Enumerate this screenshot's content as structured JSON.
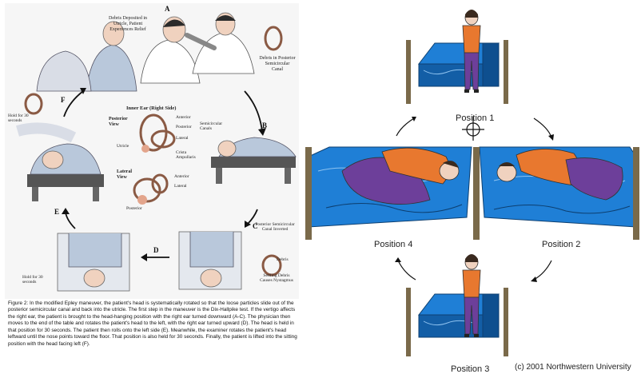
{
  "left_figure": {
    "step_labels": [
      "A",
      "B",
      "C",
      "D",
      "E",
      "F"
    ],
    "annotations": {
      "a_debris_deposited": "Debris Deposited in Utricle, Patient Experiences Relief",
      "a_debris_posterior": "Debris in Posterior Semicircular Canal",
      "inner_ear_title": "Inner Ear (Right Side)",
      "posterior_view": "Posterior View",
      "lateral_view": "Lateral View",
      "anterior": "Anterior",
      "posterior": "Posterior",
      "lateral": "Lateral",
      "semicircular_canals": "Semicircular Canals",
      "utricle": "Utricle",
      "crista_ampullaris": "Crista Ampullaris",
      "posterior_lower": "Posterior",
      "c_canal_inverted": "Posterior Semicircular Canal Inverted",
      "c_debris": "Debris",
      "c_settling": "Settling Debris Causes Nystagmus",
      "hold_30_f": "Hold for 30 seconds",
      "hold_30_d": "Hold for 30 seconds"
    },
    "caption": "Figure 2: In the modified Epley maneuver, the patient's head is systematically rotated so that the loose particles slide out of the posterior semicircular canal and back into the utricle. The first step in the maneuver is the Dix-Hallpike test. If the vertigo affects the right ear, the patient is brought to the head-hanging position with the right ear turned downward (A-C). The physician then moves to the end of the table and rotates the patient's head to the left, with the right ear turned upward (D). The head is held in that position for 30 seconds. The patient then rolls onto the left side (E). Meanwhile, the examiner rotates the patient's head leftward until the nose points toward the floor. That position is also held for 30 seconds. Finally, the patient is lifted into the sitting position with the head facing left (F)."
  },
  "right_figure": {
    "positions": [
      "Position 1",
      "Position 2",
      "Position 3",
      "Position 4"
    ],
    "copyright": "(c) 2001 Northwestern University",
    "colors": {
      "bed": "#1f7fd6",
      "bed_dark": "#135ea6",
      "shirt": "#e8782f",
      "pants": "#6d3f9a"
    }
  }
}
